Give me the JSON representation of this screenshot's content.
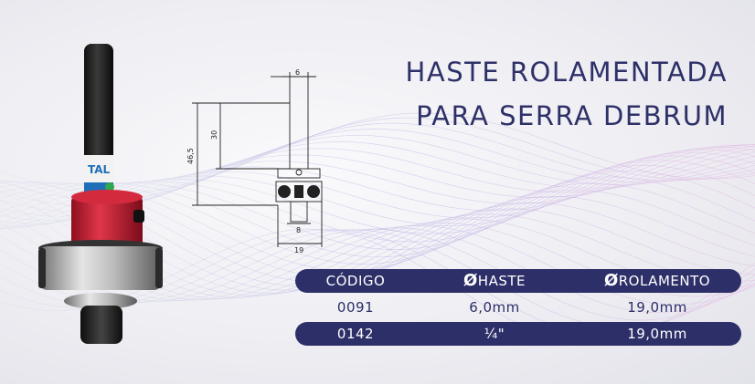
{
  "title": {
    "line1": "HASTE ROLAMENTADA",
    "line2": "PARA SERRA DEBRUM"
  },
  "colors": {
    "navy": "#2d2f68",
    "red_collar": "#c81e32",
    "blue_band": "#1f6fb8"
  },
  "product_label": "TAL",
  "drawing": {
    "dim_top": "6",
    "dim_height_inner": "30",
    "dim_height_total": "46,5",
    "dim_bottom_small": "8",
    "dim_bottom_width": "19"
  },
  "table": {
    "headers": {
      "code": "CÓDIGO",
      "shank_symbol": "Ø",
      "shank": "HASTE",
      "bearing_symbol": "Ø",
      "bearing": "ROLAMENTO"
    },
    "rows": [
      {
        "code": "0091",
        "shank": "6,0mm",
        "bearing": "19,0mm"
      },
      {
        "code": "0142",
        "shank": "¼\"",
        "bearing": "19,0mm"
      }
    ]
  }
}
